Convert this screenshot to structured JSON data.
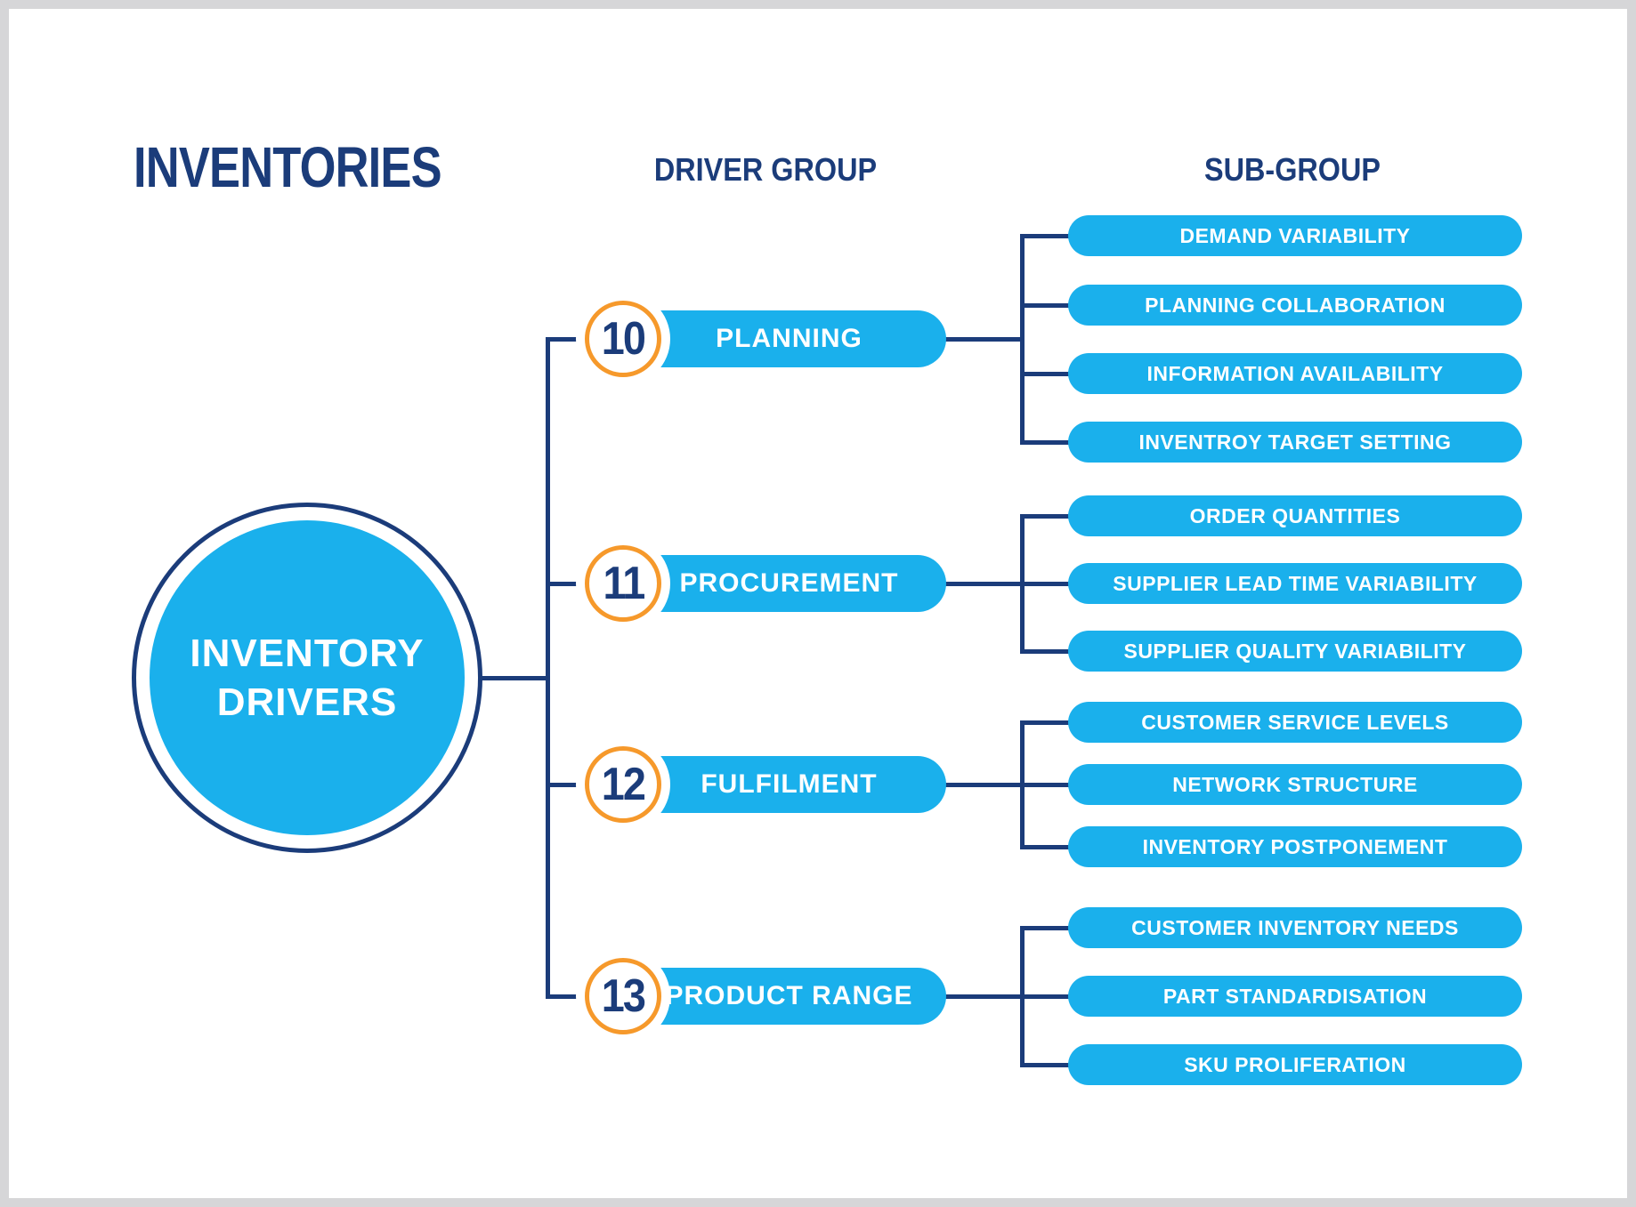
{
  "page": {
    "title": "INVENTORIES"
  },
  "columns": {
    "driver_group": "DRIVER GROUP",
    "sub_group": "SUB-GROUP"
  },
  "root": {
    "label": "INVENTORY DRIVERS",
    "lines": [
      "INVENTORY",
      "DRIVERS"
    ]
  },
  "groups": [
    {
      "number": "10",
      "label": "PLANNING",
      "subs": [
        "DEMAND VARIABILITY",
        "PLANNING COLLABORATION",
        "INFORMATION AVAILABILITY",
        "INVENTROY TARGET SETTING"
      ]
    },
    {
      "number": "11",
      "label": "PROCUREMENT",
      "subs": [
        "ORDER QUANTITIES",
        "SUPPLIER LEAD TIME VARIABILITY",
        "SUPPLIER QUALITY VARIABILITY"
      ]
    },
    {
      "number": "12",
      "label": "FULFILMENT",
      "subs": [
        "CUSTOMER SERVICE LEVELS",
        "NETWORK STRUCTURE",
        "INVENTORY POSTPONEMENT"
      ]
    },
    {
      "number": "13",
      "label": "PRODUCT RANGE",
      "subs": [
        "CUSTOMER INVENTORY NEEDS",
        "PART STANDARDISATION",
        "SKU PROLIFERATION"
      ]
    }
  ],
  "colors": {
    "accent_blue": "#1ab0ec",
    "navy": "#1b3c7a",
    "orange": "#f6992b",
    "frame_gray": "#d6d6d8"
  }
}
